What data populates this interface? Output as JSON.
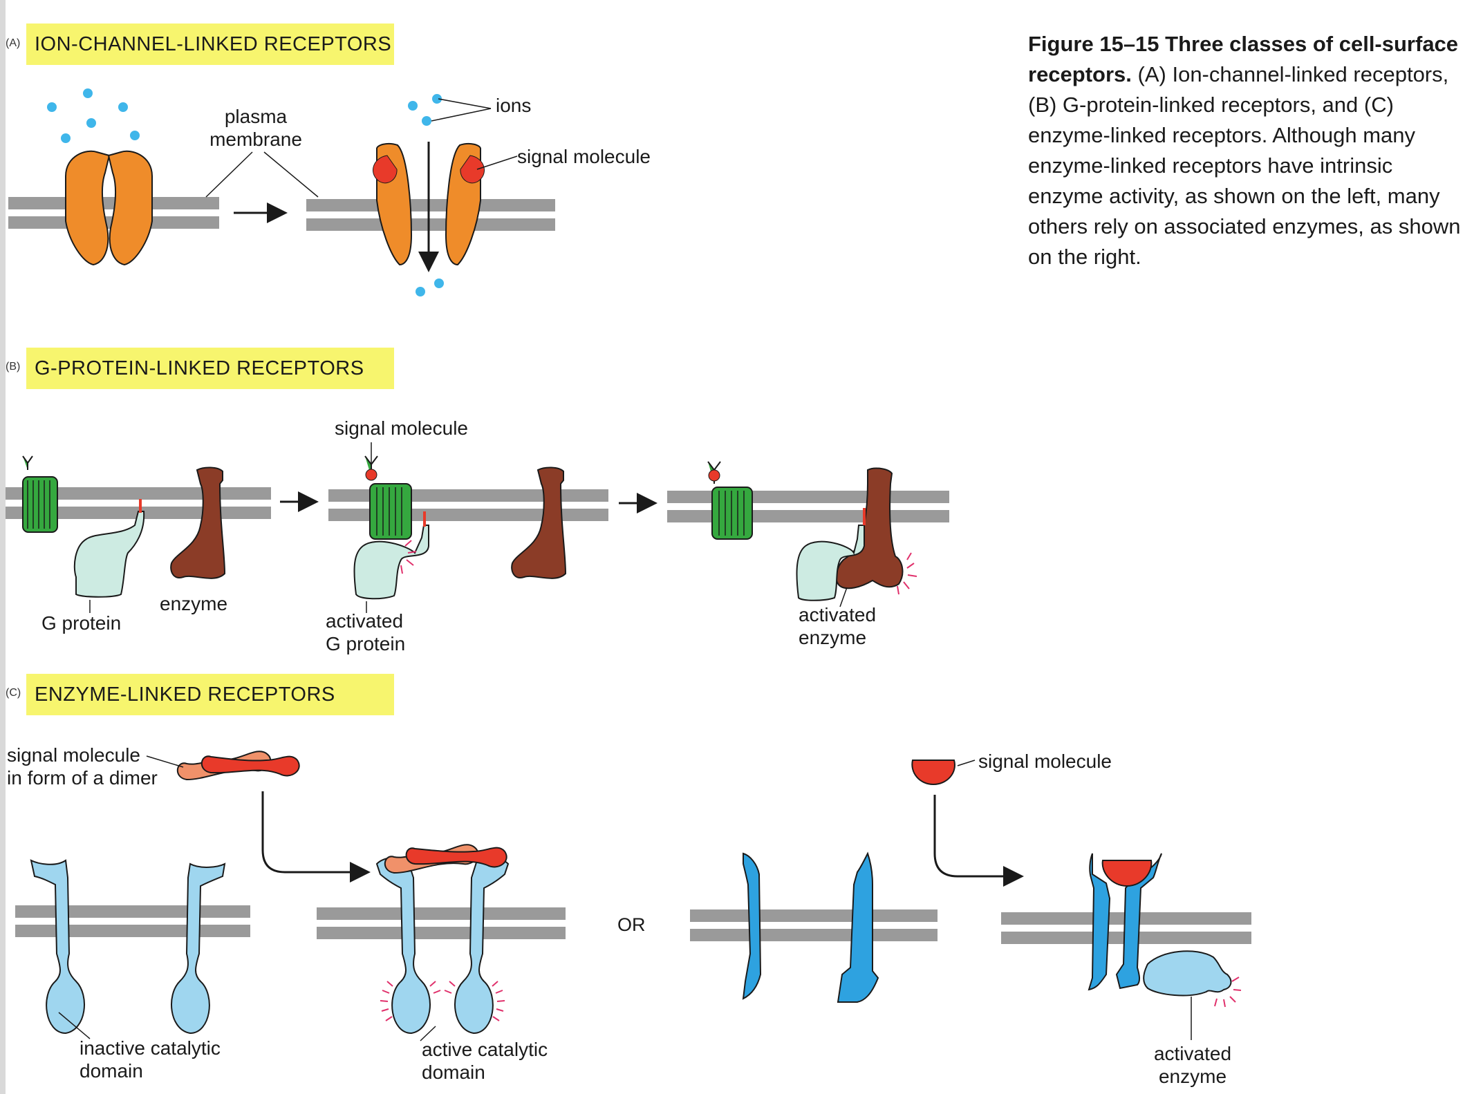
{
  "caption": {
    "heading": "Figure 15–15 Three classes of cell-surface receptors.",
    "body": "(A) Ion-channel-linked receptors, (B) G-protein-linked receptors, and (C) enzyme-linked receptors. Although many enzyme-linked receptors have intrinsic enzyme activity, as shown on the left, many others rely on associated enzymes, as shown on the right."
  },
  "panels": {
    "a": {
      "tag": "(A)",
      "title": "ION-CHANNEL-LINKED RECEPTORS",
      "labels": {
        "plasma_membrane_line1": "plasma",
        "plasma_membrane_line2": "membrane",
        "ions": "ions",
        "signal_molecule": "signal molecule"
      }
    },
    "b": {
      "tag": "(B)",
      "title": "G-PROTEIN-LINKED RECEPTORS",
      "labels": {
        "signal_molecule": "signal molecule",
        "g_protein": "G protein",
        "enzyme": "enzyme",
        "activated_g_protein_line1": "activated",
        "activated_g_protein_line2": "G protein",
        "activated_enzyme_line1": "activated",
        "activated_enzyme_line2": "enzyme"
      }
    },
    "c": {
      "tag": "(C)",
      "title": "ENZYME-LINKED RECEPTORS",
      "labels": {
        "signal_dimer_line1": "signal molecule",
        "signal_dimer_line2": "in form of a dimer",
        "signal_molecule": "signal molecule",
        "or": "OR",
        "inactive_domain_line1": "inactive catalytic",
        "inactive_domain_line2": "domain",
        "active_domain_line1": "active catalytic",
        "active_domain_line2": "domain",
        "activated_enzyme_line1": "activated",
        "activated_enzyme_line2": "enzyme"
      }
    }
  },
  "colors": {
    "banner": "#f7f56e",
    "membrane": "#9a9a9a",
    "channel": "#ef8c2a",
    "signal_red": "#e83a2a",
    "ion_blue": "#3fb6ea",
    "receptor_green": "#35a83f",
    "g_protein": "#cdebe2",
    "enzyme_brown": "#8b3c27",
    "receptor_light_blue": "#9fd6ef",
    "receptor_blue": "#2ea2e0",
    "activation_pink": "#e0306b",
    "dimer_light": "#f0916a"
  }
}
